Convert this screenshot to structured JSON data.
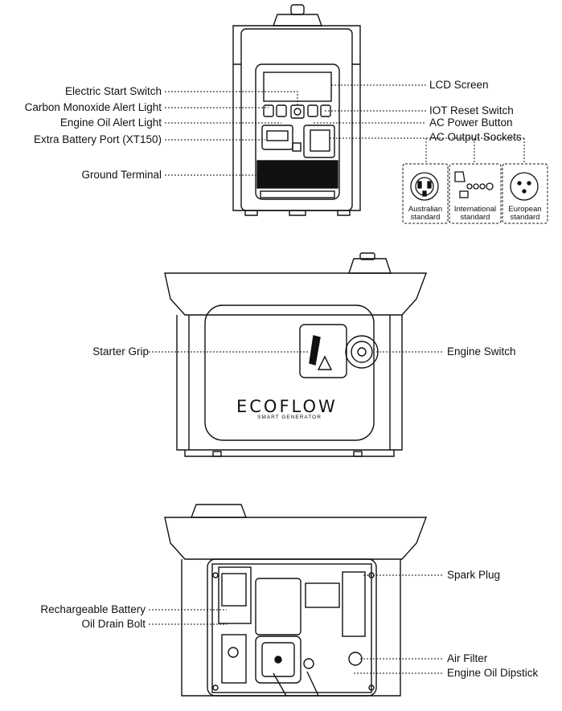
{
  "top_view": {
    "left_labels": [
      "Electric Start Switch",
      "Carbon Monoxide Alert Light",
      "Engine Oil Alert Light",
      "Extra Battery Port (XT150)",
      "Ground Terminal"
    ],
    "right_labels": [
      "LCD Screen",
      "IOT Reset Switch",
      "AC Power Button",
      "AC Output Sockets"
    ],
    "socket_standards": [
      "Australian standard",
      "International standard",
      "European standard"
    ]
  },
  "middle_view": {
    "left_labels": [
      "Starter Grip"
    ],
    "right_labels": [
      "Engine Switch"
    ],
    "brand_logo": "ECOFLOW",
    "brand_sub": "SMART GENERATOR"
  },
  "bottom_view": {
    "left_labels": [
      "Rechargeable Battery",
      "Oil Drain Bolt"
    ],
    "right_labels": [
      "Spark Plug",
      "Air Filter",
      "Engine Oil Dipstick"
    ]
  }
}
